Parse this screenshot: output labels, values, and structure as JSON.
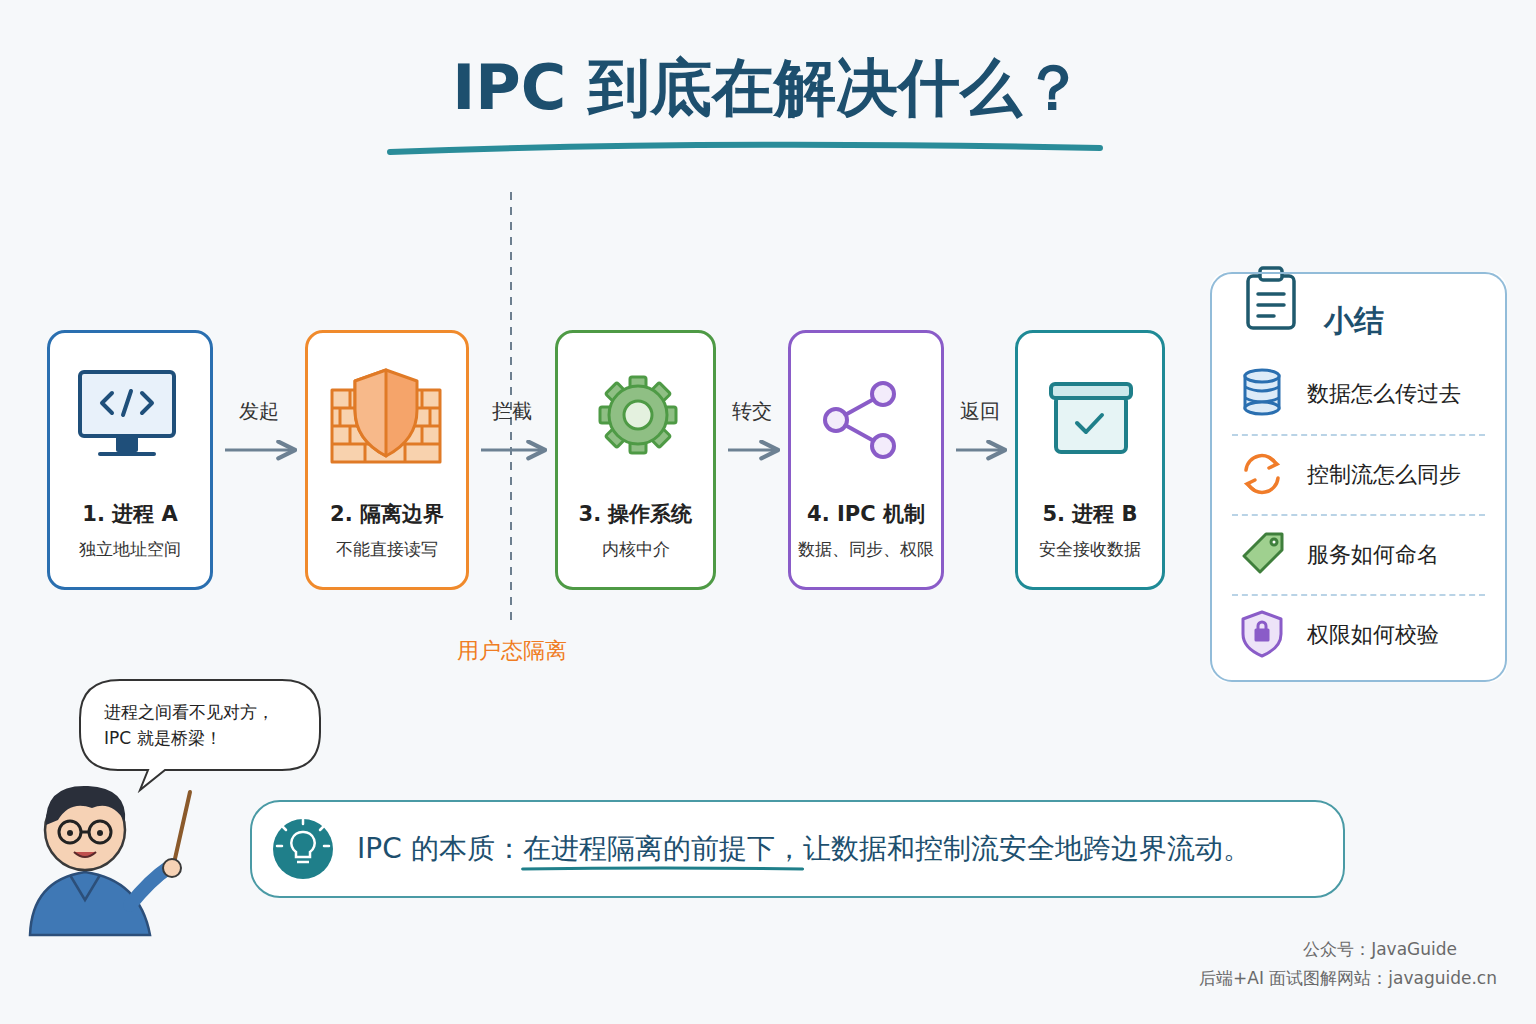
{
  "diagram": {
    "title": "IPC 到底在解决什么？",
    "nodes": [
      {
        "text": [
          "1. 进程 A",
          "独立地址空间"
        ]
      },
      {
        "text": [
          "2. 隔离边界",
          "不能直接读写"
        ]
      },
      {
        "text": [
          "3. 操作系统",
          "内核中介"
        ]
      },
      {
        "text": [
          "4. IPC 机制",
          "数据、同步、权限"
        ]
      },
      {
        "text": [
          "5. 进程 B",
          "安全接收数据"
        ]
      },
      {
        "text": [
          "小结",
          "数据怎么传过去",
          "控制流怎么同步",
          "服务如何命名",
          "权限如何校验"
        ]
      },
      {
        "text": [
          "进程之间看不见对方， IPC 就是桥梁！"
        ]
      },
      {
        "text": [
          "IPC 的本质：在进程隔离的前提下，让数据和控制流安全地跨边界流动。"
        ]
      }
    ],
    "edges": [
      {
        "from": 0,
        "to": 1,
        "label": "发起",
        "arrow": "to"
      },
      {
        "from": 1,
        "to": 2,
        "label": "拦截",
        "arrow": "to"
      },
      {
        "from": 2,
        "to": 3,
        "label": "转交",
        "arrow": "to"
      },
      {
        "from": 3,
        "to": 4,
        "label": "返回",
        "arrow": "to"
      }
    ],
    "labels": [
      "用户态隔离",
      "公众号：JavaGuide",
      "后端+AI 面试图解网站：javaguide.cn"
    ]
  }
}
